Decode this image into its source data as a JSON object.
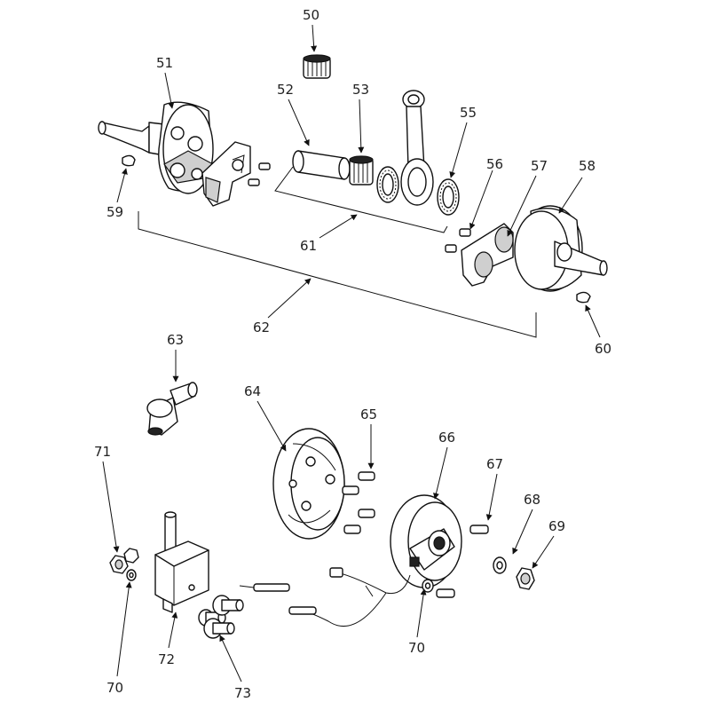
{
  "diagram": {
    "colors": {
      "line": "#111111",
      "fill": "#ffffff",
      "shade": "#cfcfcf",
      "dark": "#222222"
    },
    "callouts": [
      {
        "id": "c50",
        "text": "50"
      },
      {
        "id": "c51",
        "text": "51"
      },
      {
        "id": "c52",
        "text": "52"
      },
      {
        "id": "c53",
        "text": "53"
      },
      {
        "id": "c55",
        "text": "55"
      },
      {
        "id": "c56",
        "text": "56"
      },
      {
        "id": "c57",
        "text": "57"
      },
      {
        "id": "c58",
        "text": "58"
      },
      {
        "id": "c59",
        "text": "59"
      },
      {
        "id": "c60",
        "text": "60"
      },
      {
        "id": "c61",
        "text": "61"
      },
      {
        "id": "c62",
        "text": "62"
      },
      {
        "id": "c63",
        "text": "63"
      },
      {
        "id": "c64",
        "text": "64"
      },
      {
        "id": "c65",
        "text": "65"
      },
      {
        "id": "c66",
        "text": "66"
      },
      {
        "id": "c67",
        "text": "67"
      },
      {
        "id": "c68",
        "text": "68"
      },
      {
        "id": "c69",
        "text": "69"
      },
      {
        "id": "c70a",
        "text": "70"
      },
      {
        "id": "c70b",
        "text": "70"
      },
      {
        "id": "c71",
        "text": "71"
      },
      {
        "id": "c72",
        "text": "72"
      },
      {
        "id": "c73",
        "text": "73"
      }
    ]
  }
}
